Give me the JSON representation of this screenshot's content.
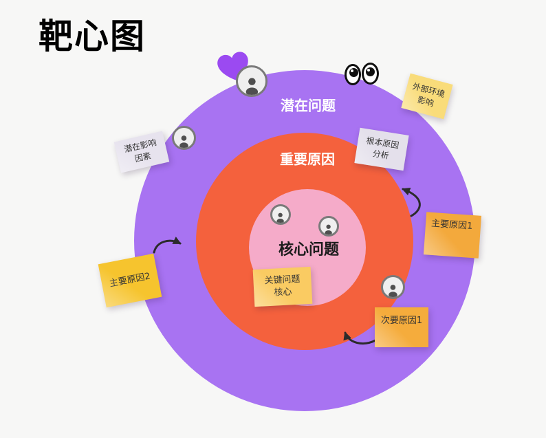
{
  "title": "靶心图",
  "colors": {
    "background": "#f7f7f6",
    "arrow": "#2b2b2b",
    "heart": "#9b4af1",
    "ring_label_light": "#ffffff",
    "ring_label_dark": "#1c1c1c"
  },
  "diagram": {
    "rings": [
      {
        "id": "outer",
        "label": "潜在问题",
        "color": "#a873f2"
      },
      {
        "id": "middle",
        "label": "重要原因",
        "color": "#f4613d"
      },
      {
        "id": "core",
        "label": "核心问题",
        "color": "#f5abc9"
      }
    ],
    "notes": [
      {
        "id": "external-env",
        "text": "外部环境\n影响",
        "color": "#f9dc7a"
      },
      {
        "id": "root-cause",
        "text": "根本原因\n分析",
        "color": "#e4e0eb"
      },
      {
        "id": "latent-factors",
        "text": "潜在影响\n因素",
        "color": "#e7e3ee"
      },
      {
        "id": "primary-1",
        "text": "主要原因1",
        "color": "#f3a93c"
      },
      {
        "id": "secondary-1",
        "text": "次要原因1",
        "color": "#f5ac3c"
      },
      {
        "id": "primary-2",
        "text": "主要原因2",
        "color": "#f6c42e"
      },
      {
        "id": "key-core",
        "text": "关键问题\n核心",
        "color": "#facb62"
      }
    ],
    "decorations": {
      "avatars": 5,
      "heart_color": "#9b4af1",
      "person_color": "#4f4f4f"
    }
  }
}
